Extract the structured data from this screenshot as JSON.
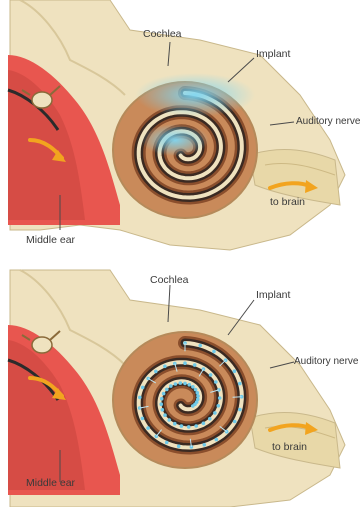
{
  "panels": [
    {
      "labels": {
        "cochlea": "Cochlea",
        "implant": "Implant",
        "auditory_nerve": "Auditory nerve",
        "to_brain": "to brain",
        "middle_ear": "Middle ear"
      },
      "implant_style": "partial-blue-glow"
    },
    {
      "labels": {
        "cochlea": "Cochlea",
        "implant": "Implant",
        "auditory_nerve": "Auditory nerve",
        "to_brain": "to brain",
        "middle_ear": "Middle ear"
      },
      "implant_style": "full-electrode-array"
    }
  ],
  "colors": {
    "bone": "#efe2bf",
    "bone_shadow": "#d8c79a",
    "flesh": "#e8564f",
    "flesh_dark": "#b9362f",
    "duct": "#8a4e2c",
    "duct_light": "#c98a5a",
    "electrode": "#6fc9e8",
    "arrow": "#f2a41f",
    "nerve": "#e8d8a8"
  }
}
